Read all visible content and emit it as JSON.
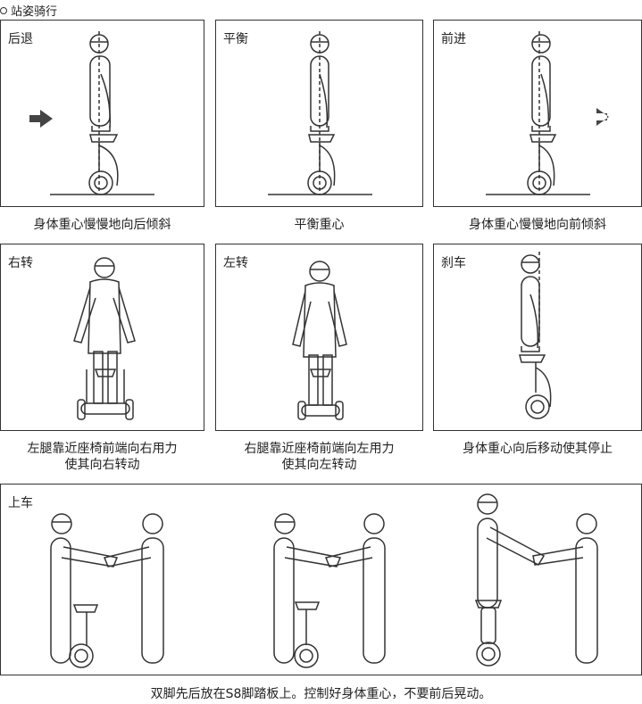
{
  "section": {
    "title": "站姿骑行"
  },
  "panels": [
    {
      "label": "后退",
      "caption": "身体重心慢慢地向后倾斜"
    },
    {
      "label": "平衡",
      "caption": "平衡重心"
    },
    {
      "label": "前进",
      "caption": "身体重心慢慢地向前倾斜"
    },
    {
      "label": "右转",
      "caption_line1": "左腿靠近座椅前端向右用力",
      "caption_line2": "使其向右转动"
    },
    {
      "label": "左转",
      "caption_line1": "右腿靠近座椅前端向左用力",
      "caption_line2": "使其向左转动"
    },
    {
      "label": "刹车",
      "caption": "身体重心向后移动使其停止"
    }
  ],
  "mount": {
    "label": "上车",
    "caption": "双脚先后放在S8脚踏板上。控制好身体重心，不要前后晃动。"
  },
  "colors": {
    "line": "#333333",
    "arrow": "#444444",
    "border": "#333333"
  }
}
